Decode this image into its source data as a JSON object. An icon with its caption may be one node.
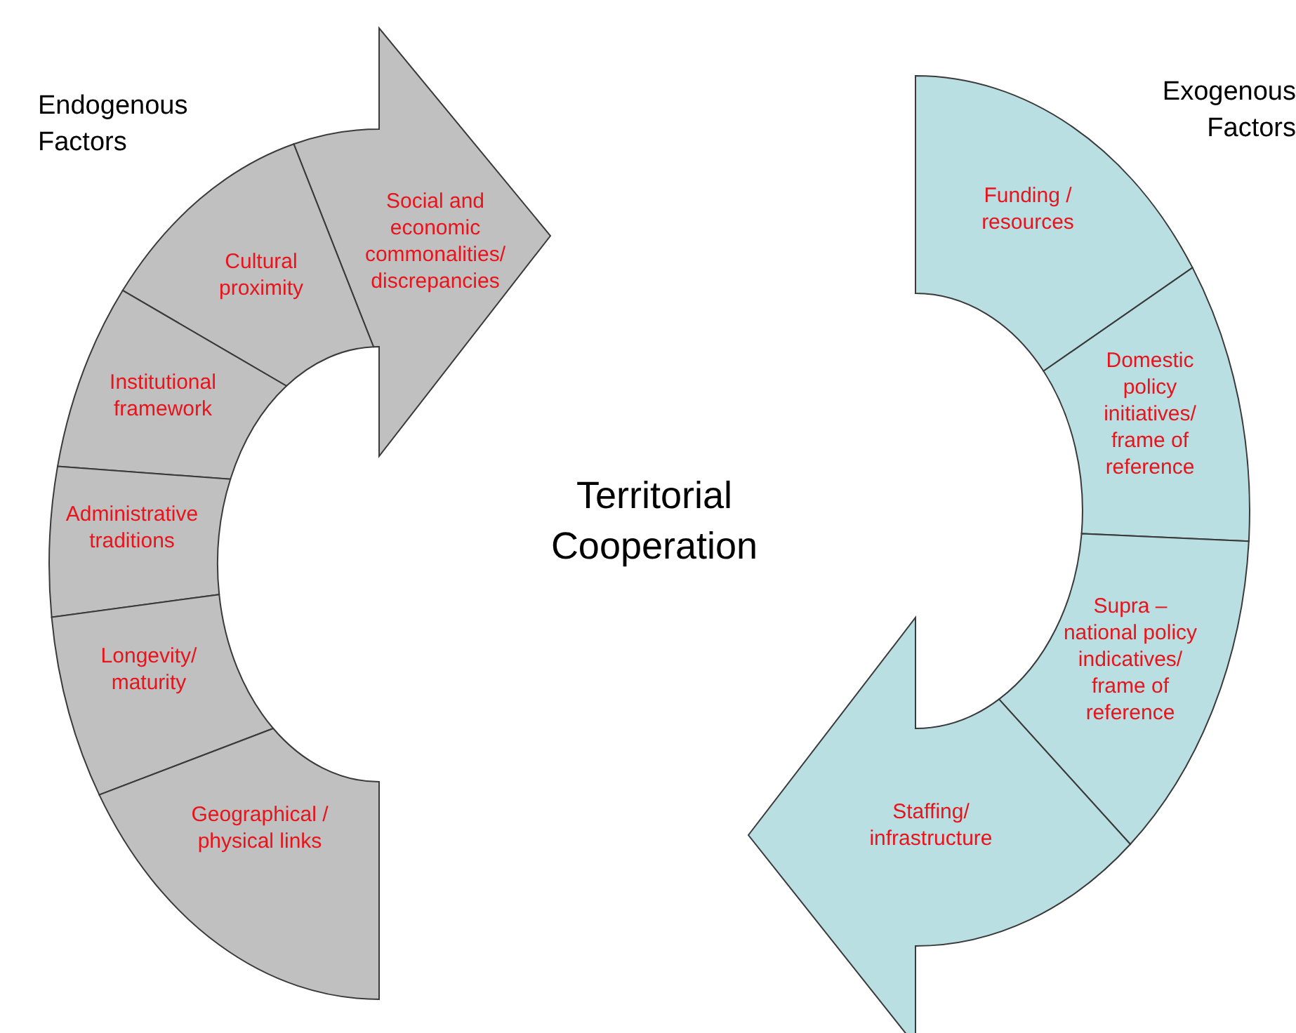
{
  "diagram": {
    "nodes": [
      {
        "text": [
          "Social and economic commonalities/ discrepancies"
        ]
      },
      {
        "text": [
          "Cultural proximity"
        ]
      },
      {
        "text": [
          "Institutional framework"
        ]
      },
      {
        "text": [
          "Administrative traditions"
        ]
      },
      {
        "text": [
          "Longevity/ maturity"
        ]
      },
      {
        "text": [
          "Geographical / physical links"
        ]
      },
      {
        "text": [
          "Funding / resources"
        ]
      },
      {
        "text": [
          "Domestic policy initiatives/ frame of reference"
        ]
      },
      {
        "text": [
          "Supra – national policy indicatives/ frame of reference"
        ]
      },
      {
        "text": [
          "Staffing/ infrastructure"
        ]
      }
    ],
    "edges": [],
    "labels": [
      "Endogenous Factors",
      "Exogenous Factors",
      "Territorial Cooperation"
    ]
  }
}
